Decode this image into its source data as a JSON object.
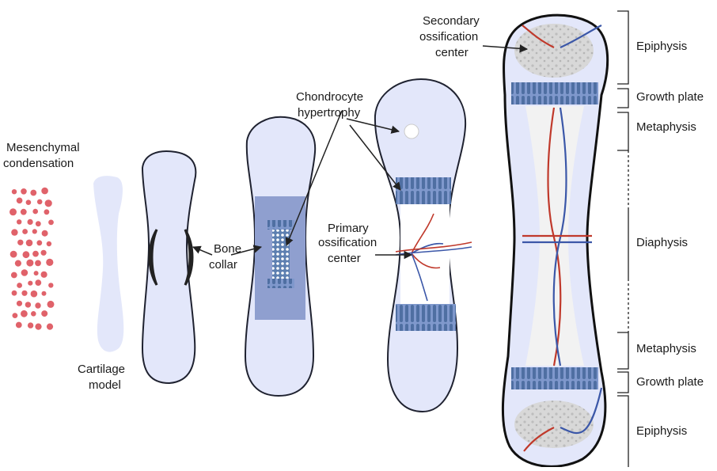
{
  "labels": {
    "mesenchymal_line1": "Mesenchymal",
    "mesenchymal_line2": "condensation",
    "cartilage_line1": "Cartilage",
    "cartilage_line2": "model",
    "bone_collar_line1": "Bone",
    "bone_collar_line2": "collar",
    "chondro_line1": "Chondrocyte",
    "chondro_line2": "hypertrophy",
    "primary_line1": "Primary",
    "primary_line2": "ossification",
    "primary_line3": "center",
    "secondary_line1": "Secondary",
    "secondary_line2": "ossification",
    "secondary_line3": "center"
  },
  "zones": {
    "epiphysis_top": "Epiphysis",
    "growth_plate_top": "Growth plate",
    "metaphysis_top": "Metaphysis",
    "diaphysis": "Diaphysis",
    "metaphysis_bottom": "Metaphysis",
    "growth_plate_bottom": "Growth plate",
    "epiphysis_bottom": "Epiphysis"
  },
  "colors": {
    "cartilage": "#e3e7fa",
    "cartilage_stroke": "#1f2230",
    "collar": "#8f9fcf",
    "growth_plate": "#7e95c9",
    "chondrocyte": "#3a6b8c",
    "artery": "#c0392b",
    "vein": "#3b57a8",
    "mesenchymal_cell": "#e0626a",
    "trabecular": "#cfcfcf"
  }
}
